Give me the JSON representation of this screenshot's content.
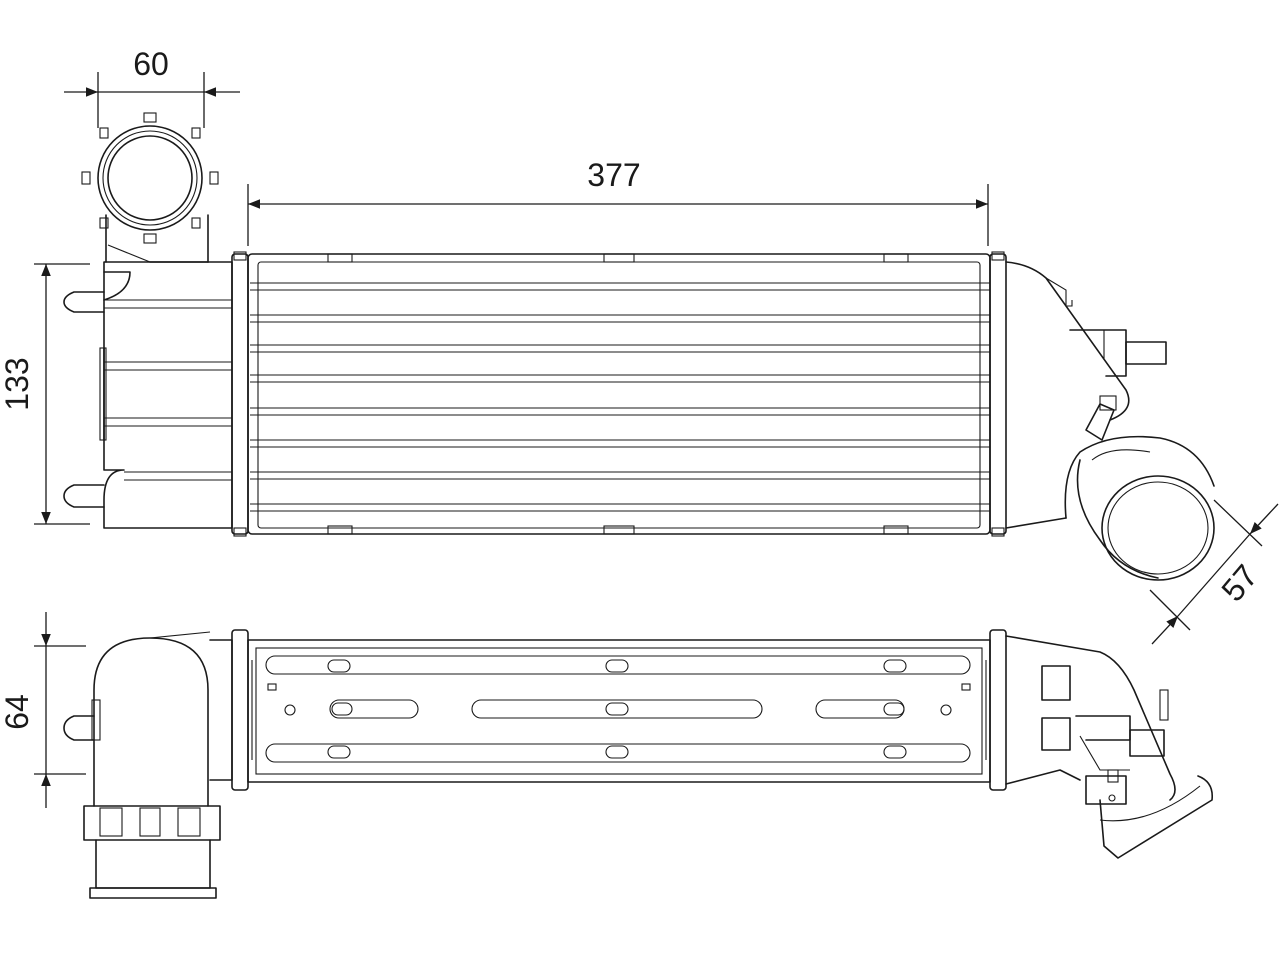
{
  "drawing": {
    "dimensions": {
      "inlet_width": "60",
      "core_length": "377",
      "core_height": "133",
      "core_depth": "64",
      "outlet_diameter": "57"
    }
  }
}
